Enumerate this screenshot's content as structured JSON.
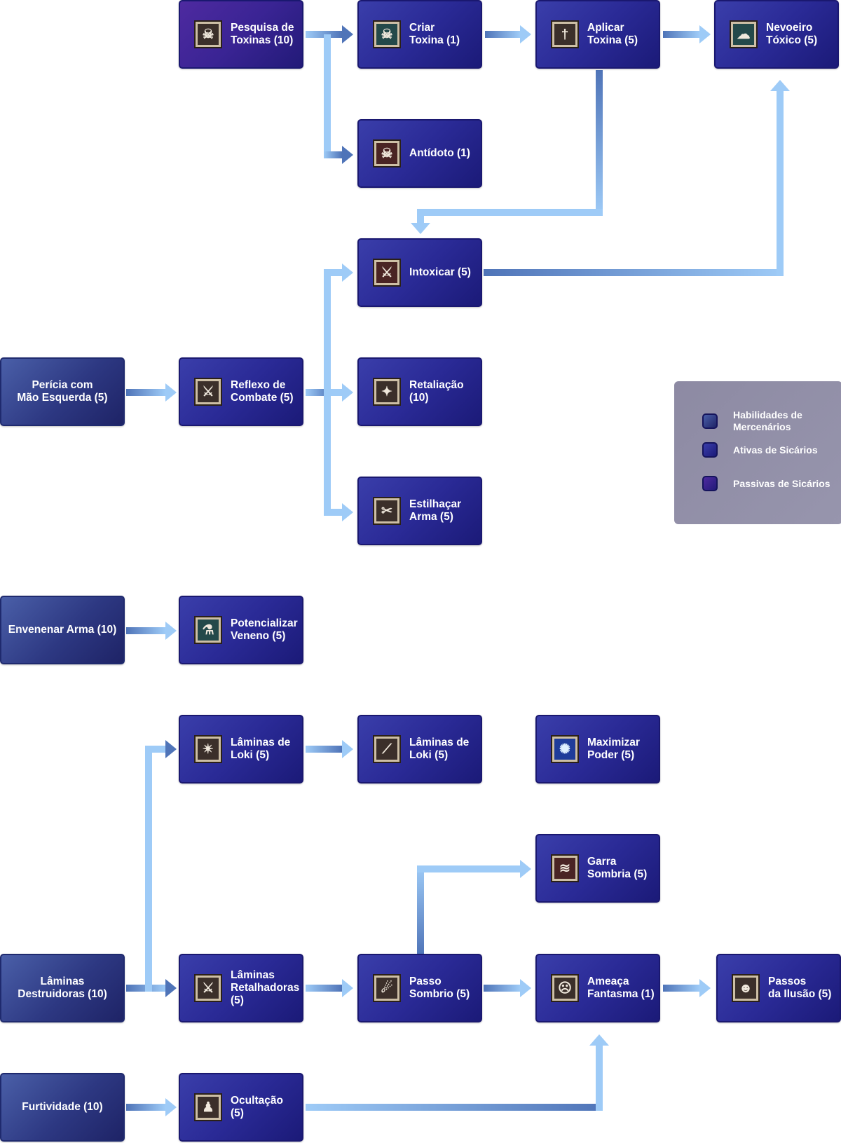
{
  "colors": {
    "arrow_light": "#9ecbf7",
    "arrow_dark": "#4f74b8",
    "mercenary": "#3a4c98",
    "assassin_active": "#2c2c98",
    "assassin_passive": "#4a2aa0",
    "legend_bg": "#9290a8"
  },
  "nodes": {
    "pesquisa": {
      "label": "Pesquisa de\nToxinas (10)",
      "icon": "skull-icon"
    },
    "criar": {
      "label": "Criar\nToxina (1)",
      "icon": "poison-creature-icon"
    },
    "aplicar": {
      "label": "Aplicar\nToxina (5)",
      "icon": "dagger-icon"
    },
    "nevoeiro": {
      "label": "Nevoeiro\nTóxico (5)",
      "icon": "toxic-cloud-icon"
    },
    "antidoto": {
      "label": "Antídoto (1)",
      "icon": "skull-cross-icon"
    },
    "intoxicar": {
      "label": "Intoxicar (5)",
      "icon": "sword-red-icon"
    },
    "pericia": {
      "label": "Perícia com\nMão Esquerda (5)"
    },
    "reflexo": {
      "label": "Reflexo de\nCombate (5)",
      "icon": "crossed-blades-icon"
    },
    "retaliacao": {
      "label": "Retaliação\n(10)",
      "icon": "sparkle-icon"
    },
    "estilhacar": {
      "label": "Estilhaçar\nArma (5)",
      "icon": "broken-blade-icon"
    },
    "envenenar": {
      "label": "Envenenar Arma (10)"
    },
    "potencializar": {
      "label": "Potencializar\nVeneno (5)",
      "icon": "venom-blade-icon"
    },
    "loki1": {
      "label": "Lâminas de\nLoki (5)",
      "icon": "spiral-blades-icon"
    },
    "loki2": {
      "label": "Lâminas de\nLoki (5)",
      "icon": "blade-slash-icon"
    },
    "maximizar": {
      "label": "Maximizar\nPoder (5)",
      "icon": "energy-burst-icon"
    },
    "garra": {
      "label": "Garra\nSombria (5)",
      "icon": "shadow-claw-icon"
    },
    "destruidoras": {
      "label": "Lâminas\nDestruidoras (10)"
    },
    "retalhadoras": {
      "label": "Lâminas\nRetalhadoras\n(5)",
      "icon": "twin-blades-icon"
    },
    "passo": {
      "label": "Passo\nSombrio (5)",
      "icon": "shadow-step-icon"
    },
    "ameaca": {
      "label": "Ameaça\nFantasma (1)",
      "icon": "phantom-mask-icon"
    },
    "passos": {
      "label": "Passos\nda Ilusão (5)",
      "icon": "illusion-face-icon"
    },
    "furtividade": {
      "label": "Furtividade (10)"
    },
    "ocultacao": {
      "label": "Ocultação\n(5)",
      "icon": "hooded-figure-icon"
    }
  },
  "legend": {
    "items": [
      {
        "label": "Habilidades de\nMercenários",
        "color": "#3a4c98"
      },
      {
        "label": "Ativas de Sicários",
        "color": "#2c2c98"
      },
      {
        "label": "Passivas de Sicários",
        "color": "#4a2aa0"
      }
    ]
  }
}
